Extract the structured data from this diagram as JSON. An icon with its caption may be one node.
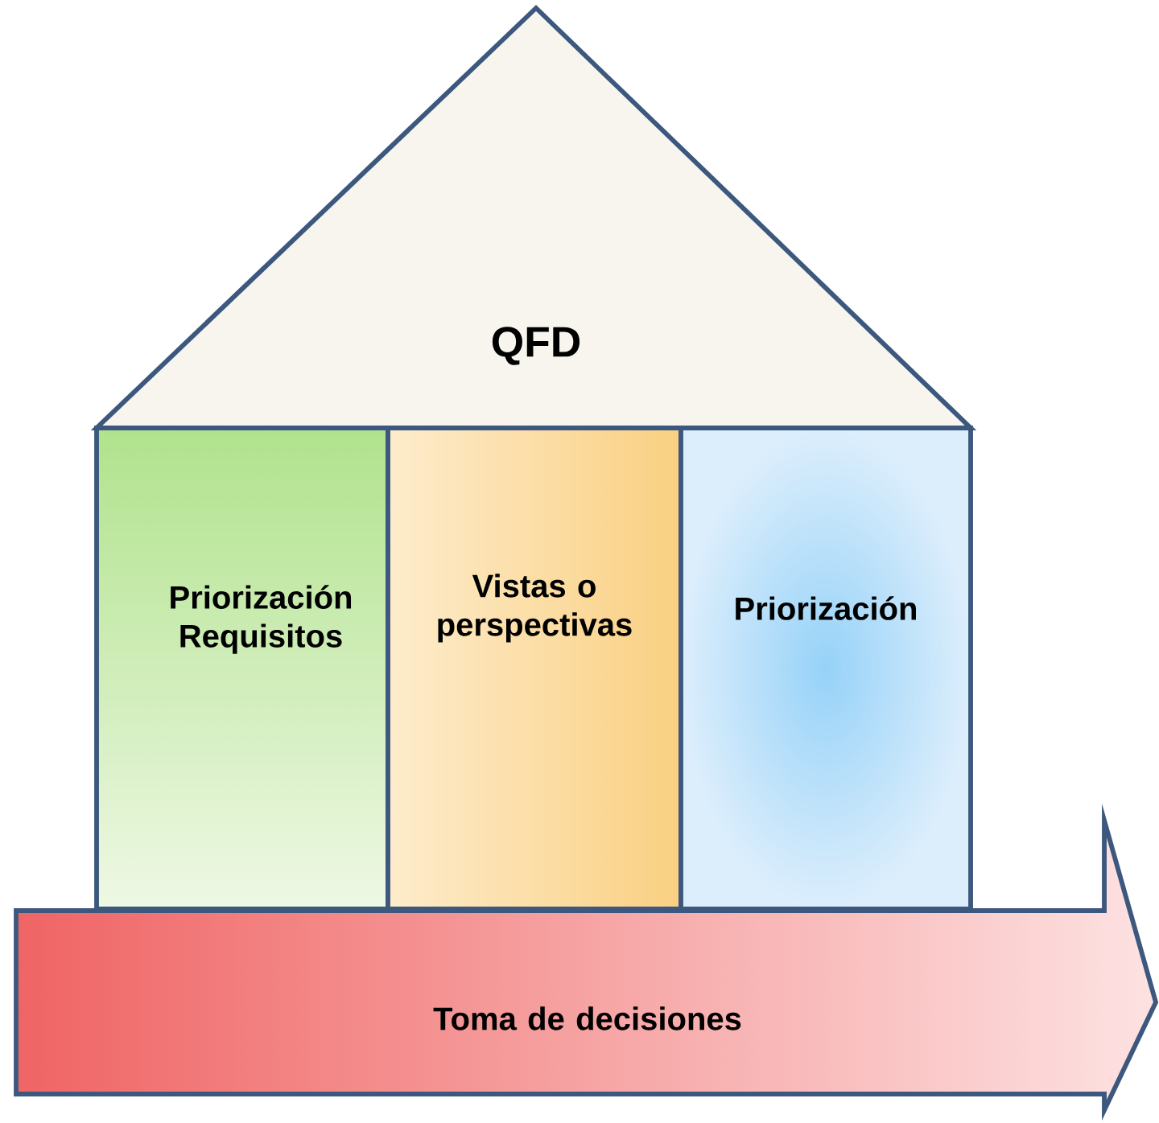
{
  "diagram": {
    "nodes": [
      {
        "text": [
          "QFD"
        ]
      },
      {
        "text": [
          "Priorización Requisitos"
        ]
      },
      {
        "text": [
          "Vistas o perspectivas"
        ]
      },
      {
        "text": [
          "Priorización"
        ]
      },
      {
        "text": [
          "Toma de decisiones"
        ]
      }
    ]
  }
}
